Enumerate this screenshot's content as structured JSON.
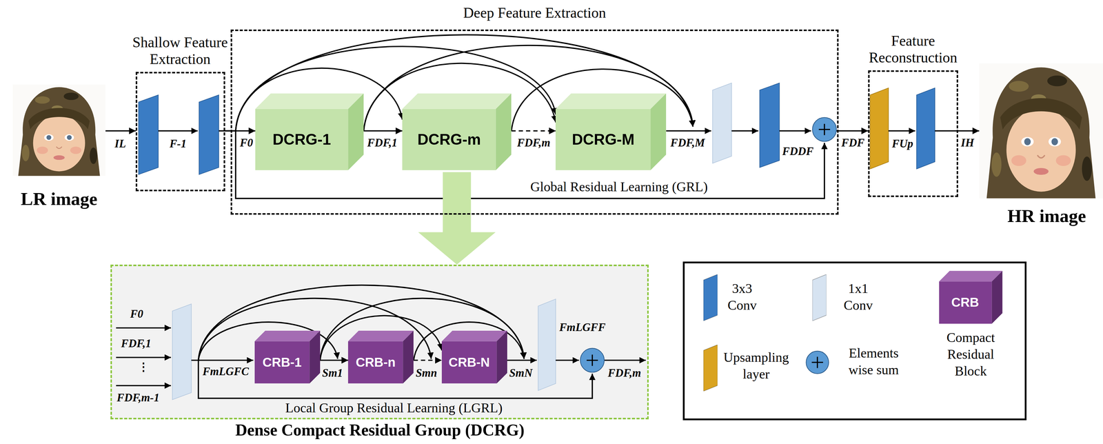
{
  "diagram": {
    "nodes": [
      {
        "text": [
          "LR image"
        ]
      },
      {
        "text": [
          "Shallow Feature Extraction"
        ]
      },
      {
        "text": [
          "Deep Feature Extraction"
        ]
      },
      {
        "text": [
          "DCRG-1"
        ],
        "in": 2
      },
      {
        "text": [
          "DCRG-m"
        ],
        "in": 2
      },
      {
        "text": [
          "DCRG-M"
        ],
        "in": 2
      },
      {
        "text": [
          "Feature Reconstruction"
        ]
      },
      {
        "text": [
          "HR image"
        ]
      },
      {
        "text": [
          "Dense Compact Residual Group (DCRG)"
        ]
      },
      {
        "text": [
          "CRB-1"
        ],
        "in": 8
      },
      {
        "text": [
          "CRB-n"
        ],
        "in": 8
      },
      {
        "text": [
          "CRB-N"
        ],
        "in": 8
      }
    ],
    "edges": [
      {
        "from": 0,
        "to": 1,
        "arrow": "to",
        "label": "IL"
      },
      {
        "from": 1,
        "to": 3,
        "arrow": "to",
        "label": "F0"
      },
      {
        "from": 3,
        "to": 4,
        "arrow": "to",
        "label": "FDF,1"
      },
      {
        "from": 4,
        "to": 5,
        "arrow": "to",
        "label": "FDF,m"
      },
      {
        "from": 1,
        "to": 4,
        "arrow": "to"
      },
      {
        "from": 1,
        "to": 5,
        "arrow": "to"
      },
      {
        "from": 3,
        "to": 5,
        "arrow": "to"
      },
      {
        "from": 2,
        "to": 6,
        "arrow": "to",
        "label": "FDF"
      },
      {
        "from": 6,
        "to": 7,
        "arrow": "to",
        "label": "IH"
      },
      {
        "from": 4,
        "to": 8,
        "arrow": "to"
      },
      {
        "from": 9,
        "to": 10,
        "arrow": "to",
        "label": "Sm1"
      },
      {
        "from": 10,
        "to": 11,
        "arrow": "to",
        "label": "Smn"
      },
      {
        "from": 9,
        "to": 11,
        "arrow": "to"
      }
    ],
    "labels": [
      "F-1",
      "FDF,M",
      "FDDF",
      "Global Residual Learning (GRL)",
      "FUp",
      "F0",
      "FDF,1",
      "⋮",
      "FDF,m-1",
      "FmLGFC",
      "SmN",
      "FmLGFF",
      "FDF,m",
      "Local Group Residual Learning (LGRL)",
      "CRB"
    ],
    "legend": [
      {
        "text": "3x3 Conv",
        "color": "#3a7cc4"
      },
      {
        "text": "1x1 Conv",
        "color": "#d6e3f1"
      },
      {
        "text": "Compact Residual Block"
      },
      {
        "text": "Upsampling layer",
        "color": "#d9a320"
      },
      {
        "text": "Elements wise sum"
      }
    ]
  }
}
